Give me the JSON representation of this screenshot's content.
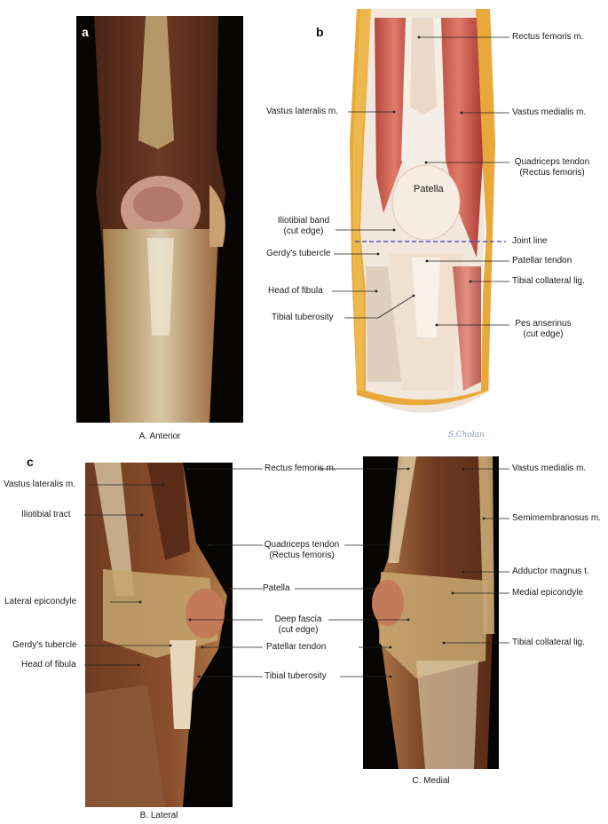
{
  "panel_a": {
    "letter": "a",
    "caption": "A. Anterior"
  },
  "panel_b": {
    "letter": "b",
    "labels": {
      "rectus_femoris": "Rectus femoris m.",
      "vastus_lateralis": "Vastus lateralis m.",
      "vastus_medialis": "Vastus medialis m.",
      "quadriceps_tendon_1": "Quadriceps tendon",
      "quadriceps_tendon_2": "(Rectus femoris)",
      "patella": "Patella",
      "iliotibial_band_1": "Iliotibial band",
      "iliotibial_band_2": "(cut edge)",
      "joint_line": "Joint line",
      "gerdys_tubercle": "Gerdy's tubercle",
      "patellar_tendon": "Patellar tendon",
      "tibial_collateral": "Tibial collateral lig.",
      "head_of_fibula": "Head of fibula",
      "tibial_tuberosity": "Tibial tuberosity",
      "pes_anserinus_1": "Pes anserinus",
      "pes_anserinus_2": "(cut edge)"
    },
    "signature": "S.Cholan"
  },
  "panel_c": {
    "letter": "c",
    "caption_lateral": "B. Lateral",
    "caption_medial": "C. Medial",
    "labels": {
      "vastus_lateralis": "Vastus lateralis m.",
      "iliotibial_tract": "Iliotibial tract",
      "lateral_epicondyle": "Lateral epicondyle",
      "gerdys_tubercle": "Gerdy's tubercle",
      "head_of_fibula": "Head of fibula",
      "rectus_femoris": "Rectus femoris m.",
      "quadriceps_tendon_1": "Quadriceps tendon",
      "quadriceps_tendon_2": "(Rectus femoris)",
      "patella": "Patella",
      "deep_fascia_1": "Deep fascia",
      "deep_fascia_2": "(cut edge)",
      "patellar_tendon": "Patellar tendon",
      "tibial_tuberosity": "Tibial tuberosity",
      "vastus_medialis": "Vastus medialis m.",
      "semimembranosus": "Semimembranosus m.",
      "adductor_magnus": "Adductor magnus t.",
      "medial_epicondyle": "Medial epicondyle",
      "tibial_collateral": "Tibial collateral lig."
    }
  }
}
